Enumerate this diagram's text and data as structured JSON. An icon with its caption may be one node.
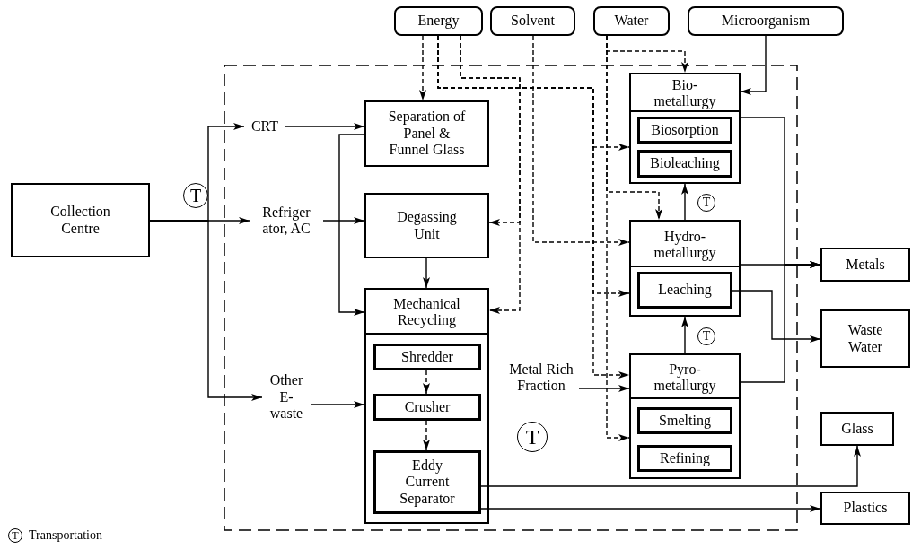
{
  "diagram": {
    "nodes": [
      {
        "text": [
          "Energy"
        ]
      },
      {
        "text": [
          "Solvent"
        ]
      },
      {
        "text": [
          "Water"
        ]
      },
      {
        "text": [
          "Microorganism"
        ]
      },
      {
        "text": [
          "Collection Centre"
        ]
      },
      {
        "text": [
          "CRT"
        ]
      },
      {
        "text": [
          "Refriger ator, AC"
        ]
      },
      {
        "text": [
          "Other E-waste"
        ]
      },
      {
        "text": [
          "Separation of Panel & Funnel Glass"
        ]
      },
      {
        "text": [
          "Degassing Unit"
        ]
      },
      {
        "text": [
          "Mechanical Recycling"
        ]
      },
      {
        "text": [
          "Shredder"
        ],
        "in": 10
      },
      {
        "text": [
          "Crusher"
        ],
        "in": 10
      },
      {
        "text": [
          "Eddy Current Separator"
        ],
        "in": 10
      },
      {
        "text": [
          "Bio- metallurgy"
        ]
      },
      {
        "text": [
          "Biosorption"
        ],
        "in": 14
      },
      {
        "text": [
          "Bioleaching"
        ],
        "in": 14
      },
      {
        "text": [
          "Hydro- metallurgy"
        ]
      },
      {
        "text": [
          "Leaching"
        ],
        "in": 17
      },
      {
        "text": [
          "Pyro- metallurgy"
        ]
      },
      {
        "text": [
          "Smelting"
        ],
        "in": 19
      },
      {
        "text": [
          "Refining"
        ],
        "in": 19
      },
      {
        "text": [
          "Metal Rich Fraction"
        ]
      },
      {
        "text": [
          "Metals"
        ]
      },
      {
        "text": [
          "Waste Water"
        ]
      },
      {
        "text": [
          "Glass"
        ]
      },
      {
        "text": [
          "Plastics"
        ]
      }
    ],
    "edges": [
      {
        "from": 4,
        "to": 5,
        "arrow": "to"
      },
      {
        "from": 4,
        "to": 6,
        "arrow": "to"
      },
      {
        "from": 4,
        "to": 7,
        "arrow": "to"
      },
      {
        "from": 5,
        "to": 8,
        "arrow": "to"
      },
      {
        "from": 6,
        "to": 9,
        "arrow": "to"
      },
      {
        "from": 7,
        "to": 10,
        "arrow": "to"
      },
      {
        "from": 8,
        "to": 10,
        "arrow": "to"
      },
      {
        "from": 9,
        "to": 10,
        "arrow": "to"
      },
      {
        "from": 11,
        "to": 12,
        "arrow": "to",
        "style": "dashed"
      },
      {
        "from": 12,
        "to": 13,
        "arrow": "to",
        "style": "dashed"
      },
      {
        "from": 13,
        "to": 25,
        "arrow": "to"
      },
      {
        "from": 13,
        "to": 26,
        "arrow": "to"
      },
      {
        "from": 22,
        "to": 19,
        "arrow": "to"
      },
      {
        "from": 19,
        "to": 17,
        "arrow": "to"
      },
      {
        "from": 17,
        "to": 14,
        "arrow": "to"
      },
      {
        "from": 14,
        "to": 23,
        "arrow": "to"
      },
      {
        "from": 17,
        "to": 23,
        "arrow": "to"
      },
      {
        "from": 19,
        "to": 23,
        "arrow": "to"
      },
      {
        "from": 18,
        "to": 24,
        "arrow": "to"
      },
      {
        "from": 0,
        "to": 8,
        "arrow": "to",
        "style": "dashed"
      },
      {
        "from": 0,
        "to": 14,
        "arrow": "to",
        "style": "dashed"
      },
      {
        "from": 0,
        "to": 17,
        "arrow": "to",
        "style": "dashed"
      },
      {
        "from": 0,
        "to": 19,
        "arrow": "to",
        "style": "dashed"
      },
      {
        "from": 0,
        "to": 9,
        "arrow": "to",
        "style": "dashed"
      },
      {
        "from": 0,
        "to": 10,
        "arrow": "to",
        "style": "dashed"
      },
      {
        "from": 1,
        "to": 17,
        "arrow": "to",
        "style": "dashed"
      },
      {
        "from": 2,
        "to": 14,
        "arrow": "to",
        "style": "dashed"
      },
      {
        "from": 2,
        "to": 17,
        "arrow": "to",
        "style": "dashed"
      },
      {
        "from": 2,
        "to": 19,
        "arrow": "to",
        "style": "dashed"
      },
      {
        "from": 3,
        "to": 14,
        "arrow": "to"
      }
    ],
    "labels": [
      "T",
      "T",
      "T",
      "T",
      "T"
    ],
    "legend": [
      {
        "text": "Transportation"
      }
    ]
  }
}
